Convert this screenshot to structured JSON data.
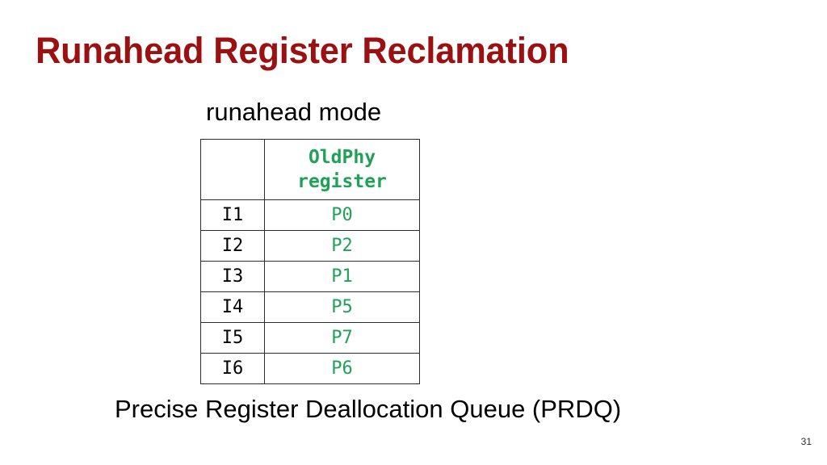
{
  "slide": {
    "title": "Runahead Register Reclamation",
    "title_color": "#9B1010",
    "background_color": "#FFFFFF",
    "page_number": "31"
  },
  "mode_label": "runahead mode",
  "table": {
    "accent_color": "#1FA157",
    "index_color": "#000000",
    "border_color": "#2B2B2B",
    "header": {
      "index_column": "",
      "value_column": "OldPhy\nregister"
    },
    "rows": [
      {
        "index": "I1",
        "value": "P0"
      },
      {
        "index": "I2",
        "value": "P2"
      },
      {
        "index": "I3",
        "value": "P1"
      },
      {
        "index": "I4",
        "value": "P5"
      },
      {
        "index": "I5",
        "value": "P7"
      },
      {
        "index": "I6",
        "value": "P6"
      }
    ]
  },
  "caption": "Precise Register Deallocation Queue (PRDQ)"
}
